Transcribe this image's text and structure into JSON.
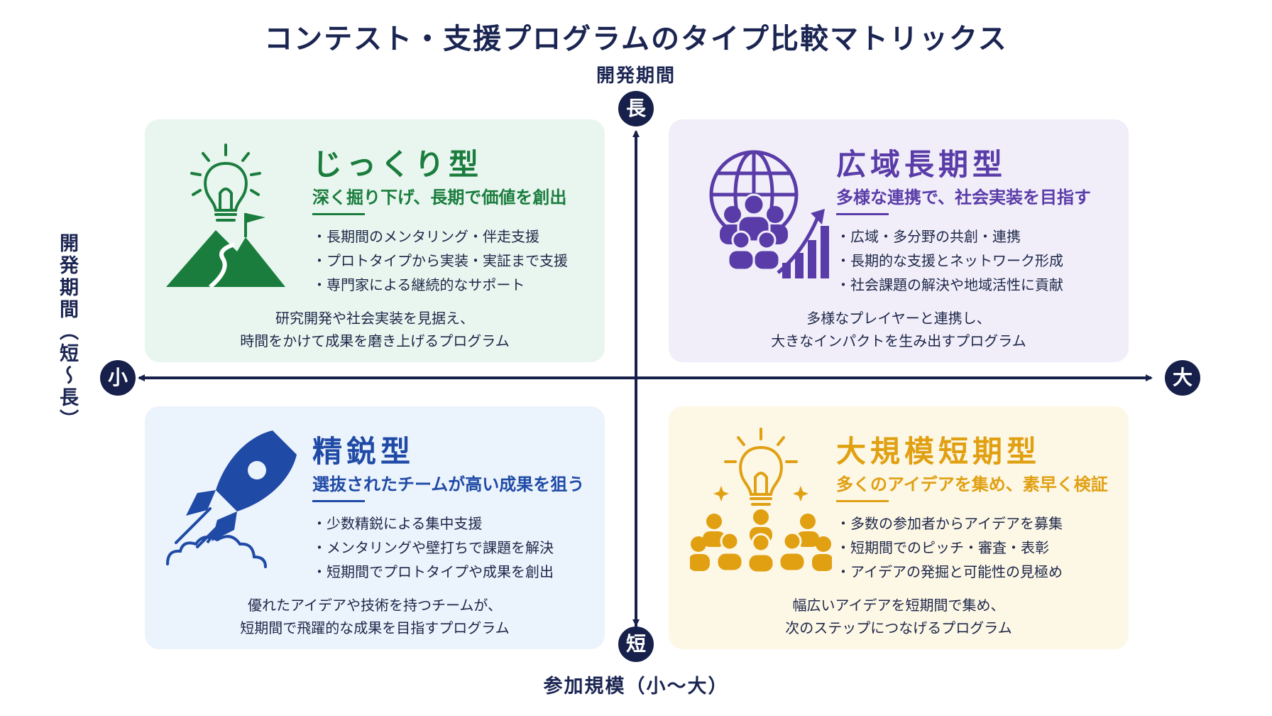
{
  "title": "コンテスト・支援プログラムのタイプ比較マトリックス",
  "axes": {
    "vertical_title": "開発期間",
    "horizontal_title": "参加規模（小〜大）",
    "left_label": "開発期間（短〜長）",
    "top": "長",
    "bottom": "短",
    "left": "小",
    "right": "大"
  },
  "colors": {
    "navy": "#16204a",
    "green": "#1a7d3d",
    "purple": "#5a3ca8",
    "blue": "#1f4aa6",
    "yellow": "#e0a012"
  },
  "quadrants": {
    "top_left": {
      "icon": "lightbulb-mountain-icon",
      "name": "じっくり型",
      "tagline": "深く掘り下げ、長期で価値を創出",
      "bullets": [
        "長期間のメンタリング・伴走支援",
        "プロトタイプから実装・実証まで支援",
        "専門家による継続的なサポート"
      ],
      "summary_lines": [
        "研究開発や社会実装を見据え、",
        "時間をかけて成果を磨き上げるプログラム"
      ]
    },
    "top_right": {
      "icon": "globe-network-growth-icon",
      "name": "広域長期型",
      "tagline": "多様な連携で、社会実装を目指す",
      "bullets": [
        "広域・多分野の共創・連携",
        "長期的な支援とネットワーク形成",
        "社会課題の解決や地域活性に貢献"
      ],
      "summary_lines": [
        "多様なプレイヤーと連携し、",
        "大きなインパクトを生み出すプログラム"
      ]
    },
    "bottom_left": {
      "icon": "rocket-icon",
      "name": "精鋭型",
      "tagline": "選抜されたチームが高い成果を狙う",
      "bullets": [
        "少数精鋭による集中支援",
        "メンタリングや壁打ちで課題を解決",
        "短期間でプロトタイプや成果を創出"
      ],
      "summary_lines": [
        "優れたアイデアや技術を持つチームが、",
        "短期間で飛躍的な成果を目指すプログラム"
      ]
    },
    "bottom_right": {
      "icon": "lightbulb-crowd-icon",
      "name": "大規模短期型",
      "tagline": "多くのアイデアを集め、素早く検証",
      "bullets": [
        "多数の参加者からアイデアを募集",
        "短期間でのピッチ・審査・表彰",
        "アイデアの発掘と可能性の見極め"
      ],
      "summary_lines": [
        "幅広いアイデアを短期間で集め、",
        "次のステップにつなげるプログラム"
      ]
    }
  }
}
